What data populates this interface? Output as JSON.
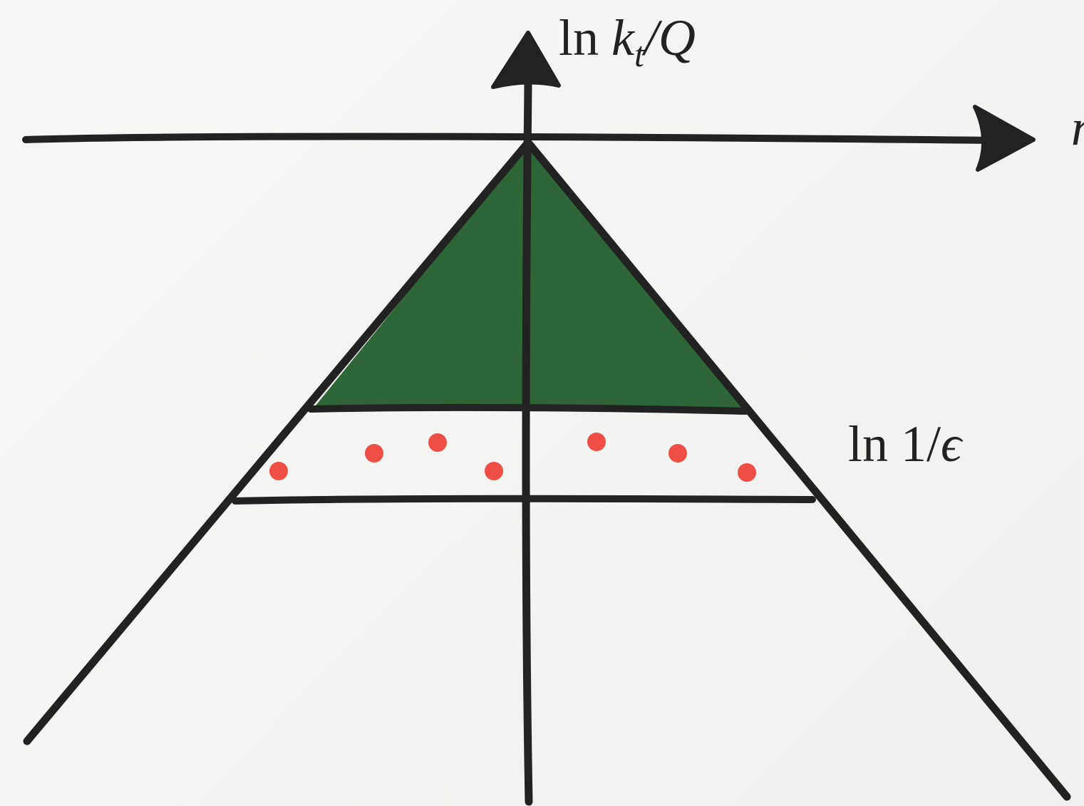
{
  "diagram": {
    "y_axis_label": {
      "prefix": "ln",
      "var": "k",
      "sub": "t",
      "rest": "/Q"
    },
    "x_axis_label": "η",
    "band_label": {
      "prefix": "ln 1/",
      "var": "ϵ"
    },
    "colors": {
      "ink": "#222222",
      "filled_region": "#2f6637",
      "emissions": "#ef4e45",
      "background": "#f3f3f2"
    },
    "emission_count": 7
  }
}
